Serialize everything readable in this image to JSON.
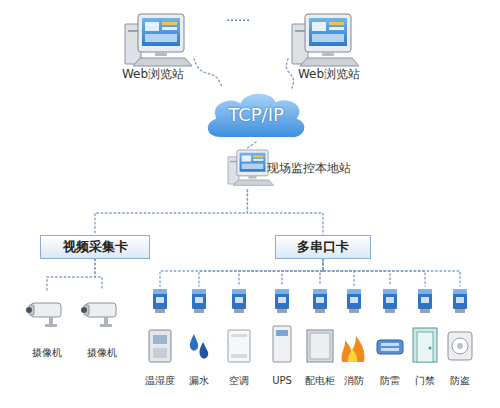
{
  "diagram": {
    "nodes": [
      {
        "text": [
          "Web浏览站"
        ]
      },
      {
        "text": [
          "Web浏览站"
        ]
      },
      {
        "text": [
          "TCP/IP"
        ]
      },
      {
        "text": [
          "现场监控本地站"
        ]
      },
      {
        "text": [
          "视频采集卡"
        ]
      },
      {
        "text": [
          "多串口卡"
        ]
      },
      {
        "text": [
          "摄像机"
        ]
      },
      {
        "text": [
          "摄像机"
        ]
      },
      {
        "text": [
          "温湿度"
        ]
      },
      {
        "text": [
          "漏水"
        ]
      },
      {
        "text": [
          "空调"
        ]
      },
      {
        "text": [
          "UPS"
        ]
      },
      {
        "text": [
          "配电柜"
        ]
      },
      {
        "text": [
          "消防"
        ]
      },
      {
        "text": [
          "防雷"
        ]
      },
      {
        "text": [
          "门禁"
        ]
      },
      {
        "text": [
          "防盗"
        ]
      }
    ],
    "edges": [
      {
        "from": 0,
        "to": 2,
        "arrow": "none"
      },
      {
        "from": 1,
        "to": 2,
        "arrow": "none"
      },
      {
        "from": 2,
        "to": 3,
        "arrow": "none"
      },
      {
        "from": 3,
        "to": 4,
        "arrow": "none"
      },
      {
        "from": 3,
        "to": 5,
        "arrow": "none"
      },
      {
        "from": 4,
        "to": 6,
        "arrow": "none"
      },
      {
        "from": 4,
        "to": 7,
        "arrow": "none"
      },
      {
        "from": 5,
        "to": 8,
        "arrow": "none"
      },
      {
        "from": 5,
        "to": 9,
        "arrow": "none"
      },
      {
        "from": 5,
        "to": 10,
        "arrow": "none"
      },
      {
        "from": 5,
        "to": 11,
        "arrow": "none"
      },
      {
        "from": 5,
        "to": 12,
        "arrow": "none"
      },
      {
        "from": 5,
        "to": 13,
        "arrow": "none"
      },
      {
        "from": 5,
        "to": 14,
        "arrow": "none"
      },
      {
        "from": 5,
        "to": 15,
        "arrow": "none"
      },
      {
        "from": 5,
        "to": 16,
        "arrow": "none"
      }
    ],
    "labels": [
      "……"
    ]
  }
}
